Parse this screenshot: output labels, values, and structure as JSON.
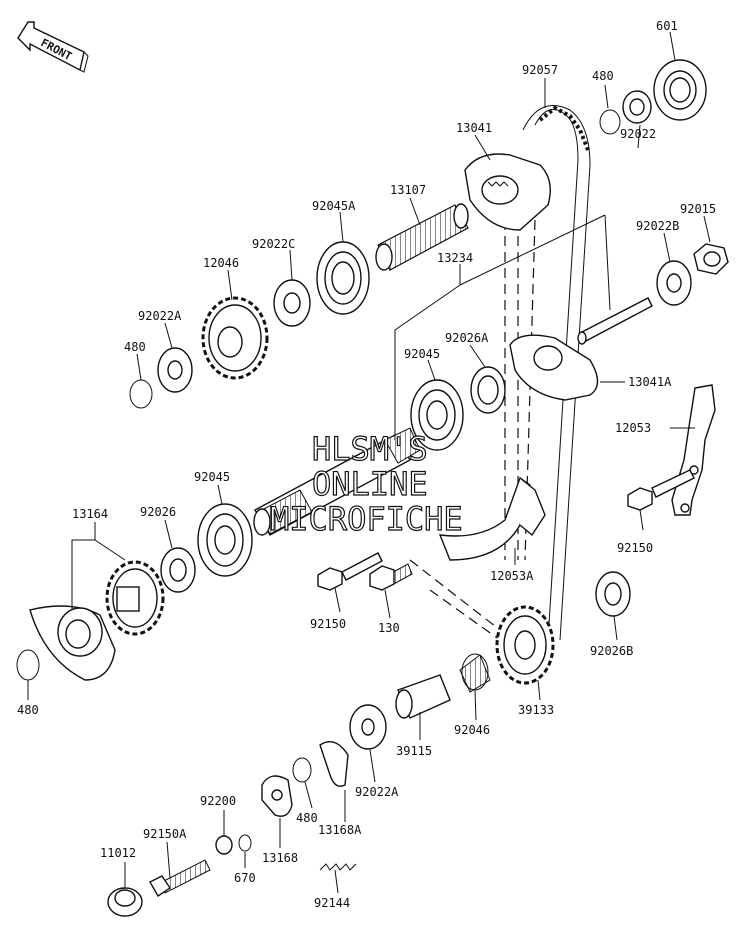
{
  "front_label": "FRONT",
  "watermark": [
    "HLSM'S",
    "ONLINE",
    "MICROFICHE"
  ],
  "labels": [
    {
      "id": "601",
      "text": "601"
    },
    {
      "id": "480a",
      "text": "480"
    },
    {
      "id": "92057",
      "text": "92057"
    },
    {
      "id": "13041",
      "text": "13041"
    },
    {
      "id": "92022",
      "text": "92022"
    },
    {
      "id": "13107",
      "text": "13107"
    },
    {
      "id": "92045A",
      "text": "92045A"
    },
    {
      "id": "92022C",
      "text": "92022C"
    },
    {
      "id": "12046",
      "text": "12046"
    },
    {
      "id": "92015",
      "text": "92015"
    },
    {
      "id": "92022B",
      "text": "92022B"
    },
    {
      "id": "13234",
      "text": "13234"
    },
    {
      "id": "92022A_top",
      "text": "92022A"
    },
    {
      "id": "480b",
      "text": "480"
    },
    {
      "id": "92026A",
      "text": "92026A"
    },
    {
      "id": "92045_mid",
      "text": "92045"
    },
    {
      "id": "13041A",
      "text": "13041A"
    },
    {
      "id": "12053",
      "text": "12053"
    },
    {
      "id": "92045_low",
      "text": "92045"
    },
    {
      "id": "13164",
      "text": "13164"
    },
    {
      "id": "92026",
      "text": "92026"
    },
    {
      "id": "12053A",
      "text": "12053A"
    },
    {
      "id": "92150_right",
      "text": "92150"
    },
    {
      "id": "92150_mid",
      "text": "92150"
    },
    {
      "id": "130",
      "text": "130"
    },
    {
      "id": "92026B",
      "text": "92026B"
    },
    {
      "id": "480c",
      "text": "480"
    },
    {
      "id": "39133",
      "text": "39133"
    },
    {
      "id": "92046",
      "text": "92046"
    },
    {
      "id": "39115",
      "text": "39115"
    },
    {
      "id": "92022A_low",
      "text": "92022A"
    },
    {
      "id": "480d",
      "text": "480"
    },
    {
      "id": "13168A",
      "text": "13168A"
    },
    {
      "id": "92200",
      "text": "92200"
    },
    {
      "id": "13168",
      "text": "13168"
    },
    {
      "id": "92150A",
      "text": "92150A"
    },
    {
      "id": "670",
      "text": "670"
    },
    {
      "id": "11012",
      "text": "11012"
    },
    {
      "id": "92144",
      "text": "92144"
    }
  ]
}
